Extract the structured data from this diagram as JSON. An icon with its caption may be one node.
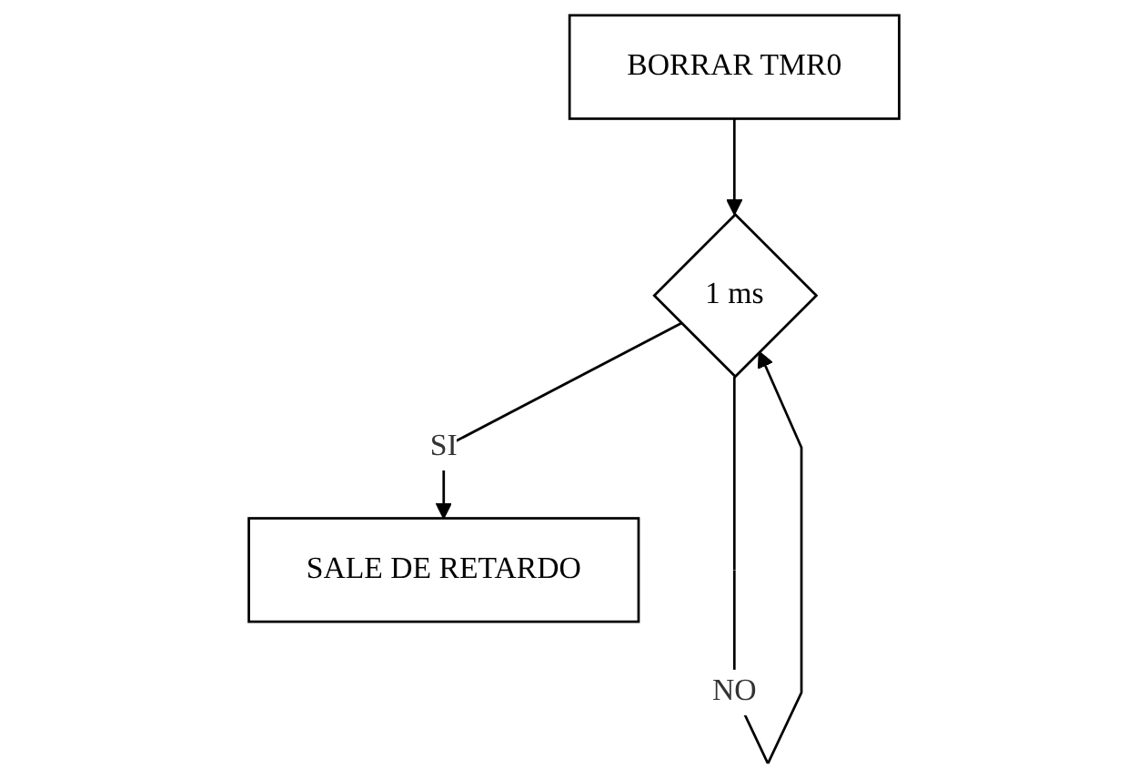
{
  "diagram": {
    "nodes": [
      {
        "text": [
          "BORRAR TMR0"
        ]
      },
      {
        "text": [
          "1 ms"
        ]
      },
      {
        "text": [
          "SALE DE RETARDO"
        ]
      }
    ],
    "edges": [
      {
        "from": 0,
        "to": 1,
        "arrow": "to"
      },
      {
        "from": 1,
        "to": 1,
        "arrow": "to",
        "label": "NO"
      },
      {
        "from": 1,
        "to": 2,
        "arrow": "to",
        "label": "SI"
      }
    ]
  }
}
